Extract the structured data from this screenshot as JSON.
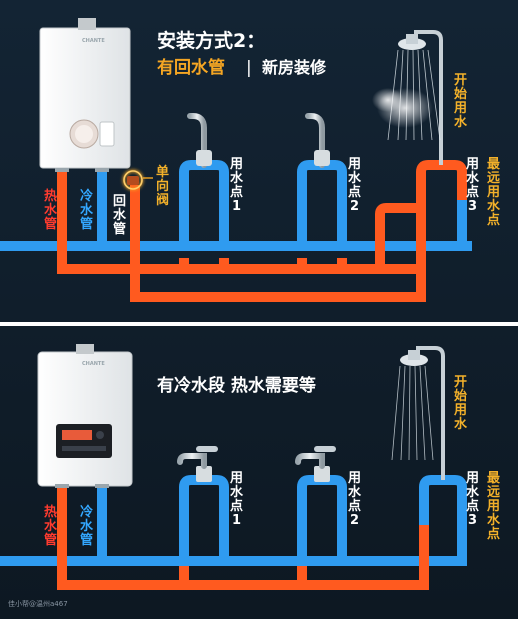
{
  "top": {
    "title": "安装方式2：",
    "subtitle_highlight": "有回水管",
    "separator": "|",
    "subtitle_rest": "新房装修",
    "label_hot_pipe": "热水管",
    "label_cold_pipe": "冷水管",
    "label_return_pipe": "回水管",
    "label_check_valve": "单向阀",
    "point1": "用水点1",
    "point2": "用水点2",
    "point3": "用水点3",
    "farthest": "最远用水点",
    "start_water": "开始用水",
    "heater_brand": "CHANTE"
  },
  "bottom": {
    "headline": "有冷水段 热水需要等",
    "label_hot_pipe": "热水管",
    "label_cold_pipe": "冷水管",
    "point1": "用水点1",
    "point2": "用水点2",
    "point3": "用水点3",
    "farthest": "最远用水点",
    "start_water": "开始用水",
    "heater_brand": "CHANTE"
  },
  "watermark": "佳小帮@温州a467",
  "colors": {
    "hot": "#ff5a1f",
    "cold": "#2f9bf0",
    "accent": "#f5a623",
    "background": "#0f1b26"
  }
}
